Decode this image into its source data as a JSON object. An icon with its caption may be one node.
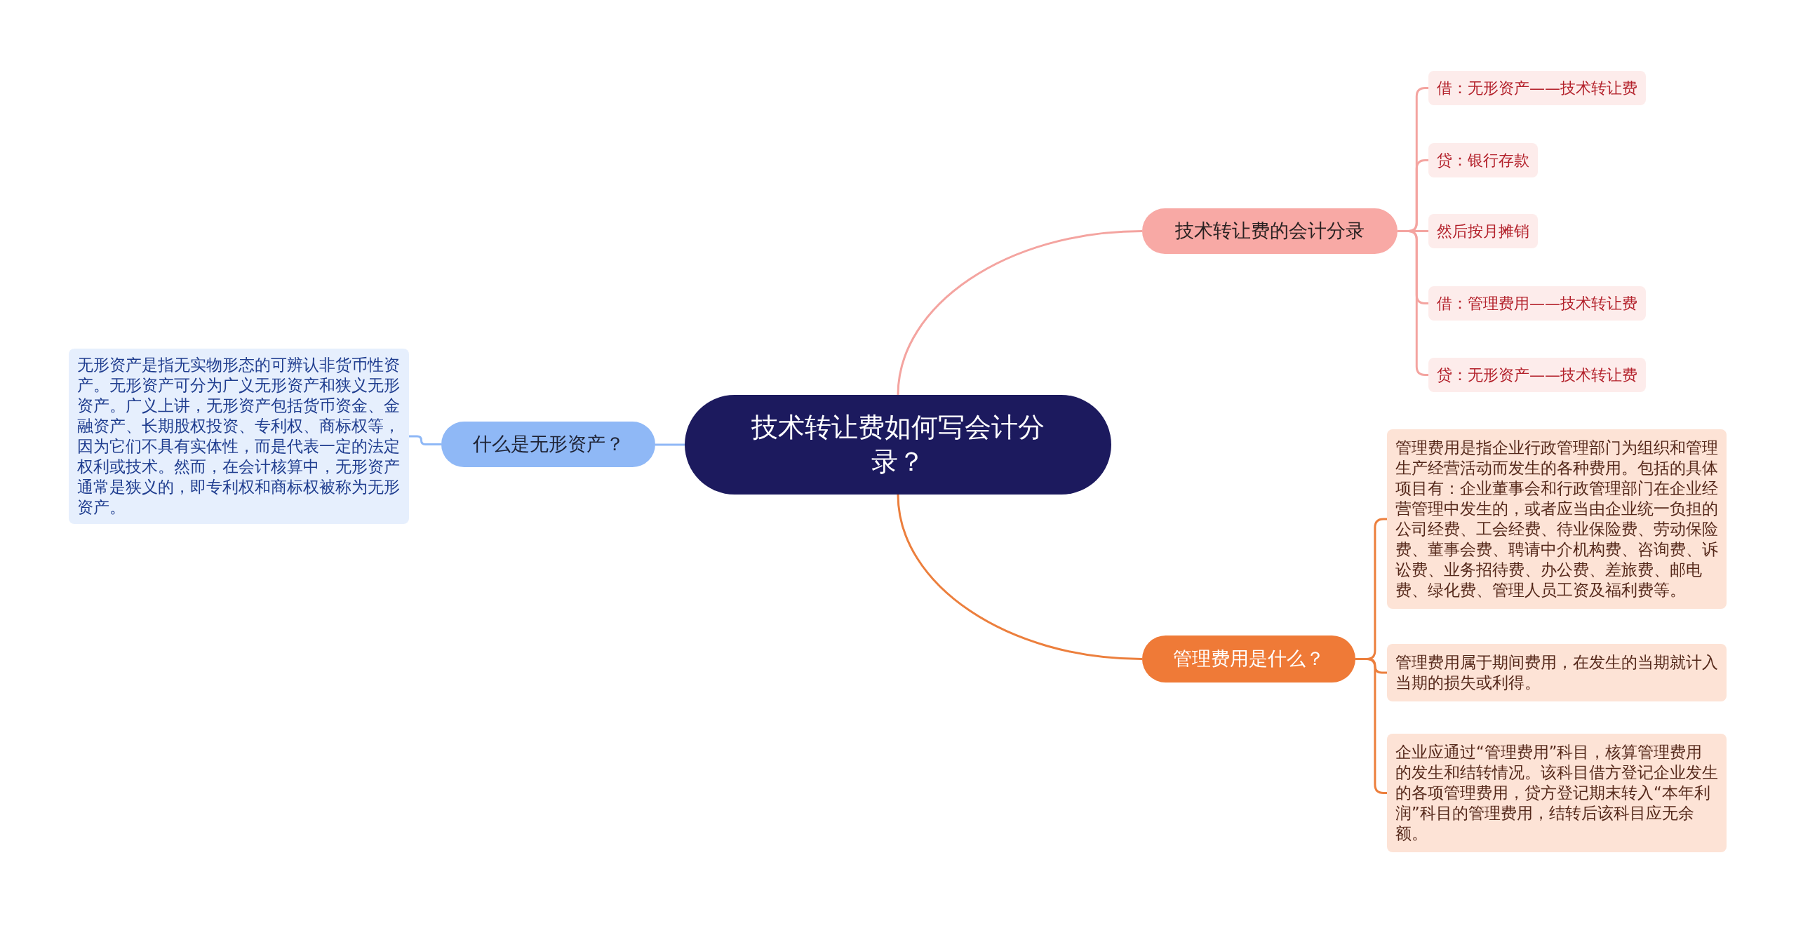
{
  "diagram": {
    "nodes": [
      {
        "text": [
          "技术转让费如何写会计分录？"
        ]
      },
      {
        "text": [
          "什么是无形资产？"
        ]
      },
      {
        "text": [
          "无形资产是指无实物形态的可辨认非货币性资产。无形资产可分为广义无形资产和狭义无形资产。广义上讲，无形资产包括货币资金、金融资产、长期股权投资、专利权、商标权等，因为它们不具有实体性，而是代表一定的法定权利或技术。然而，在会计核算中，无形资产通常是狭义的，即专利权和商标权被称为无形资产。"
        ]
      },
      {
        "text": [
          "技术转让费的会计分录"
        ]
      },
      {
        "text": [
          "借：无形资产——技术转让费"
        ]
      },
      {
        "text": [
          "贷：银行存款"
        ]
      },
      {
        "text": [
          "然后按月摊销"
        ]
      },
      {
        "text": [
          "借：管理费用——技术转让费"
        ]
      },
      {
        "text": [
          "贷：无形资产——技术转让费"
        ]
      },
      {
        "text": [
          "管理费用是什么？"
        ]
      },
      {
        "text": [
          "管理费用是指企业行政管理部门为组织和管理生产经营活动而发生的各种费用。包括的具体项目有：企业董事会和行政管理部门在企业经营管理中发生的，或者应当由企业统一负担的公司经费、工会经费、待业保险费、劳动保险费、董事会费、聘请中介机构费、咨询费、诉讼费、业务招待费、办公费、差旅费、邮电费、绿化费、管理人员工资及福利费等。"
        ]
      },
      {
        "text": [
          "管理费用属于期间费用，在发生的当期就计入当期的损失或利得。"
        ]
      },
      {
        "text": [
          "企业应通过“管理费用”科目，核算管理费用的发生和结转情况。该科目借方登记企业发生的各项管理费用，贷方登记期末转入“本年利润”科目的管理费用，结转后该科目应无余额。"
        ]
      }
    ],
    "edges": [
      {
        "from": 0,
        "to": 1,
        "arrow": "none",
        "color": "#8fb8f6"
      },
      {
        "from": 1,
        "to": 2,
        "arrow": "none",
        "color": "#8fb8f6"
      },
      {
        "from": 0,
        "to": 3,
        "arrow": "none"
      },
      {
        "from": 3,
        "to": 4,
        "arrow": "none"
      },
      {
        "from": 3,
        "to": 5,
        "arrow": "none"
      },
      {
        "from": 3,
        "to": 6,
        "arrow": "none"
      },
      {
        "from": 3,
        "to": 7,
        "arrow": "none"
      },
      {
        "from": 3,
        "to": 8,
        "arrow": "none"
      },
      {
        "from": 0,
        "to": 9,
        "arrow": "none",
        "color": "#ec7f3d"
      },
      {
        "from": 9,
        "to": 10,
        "arrow": "none",
        "color": "#ec7f3d"
      },
      {
        "from": 9,
        "to": 11,
        "arrow": "none",
        "color": "#ec7f3d"
      },
      {
        "from": 9,
        "to": 12,
        "arrow": "none",
        "color": "#ec7f3d"
      }
    ]
  }
}
